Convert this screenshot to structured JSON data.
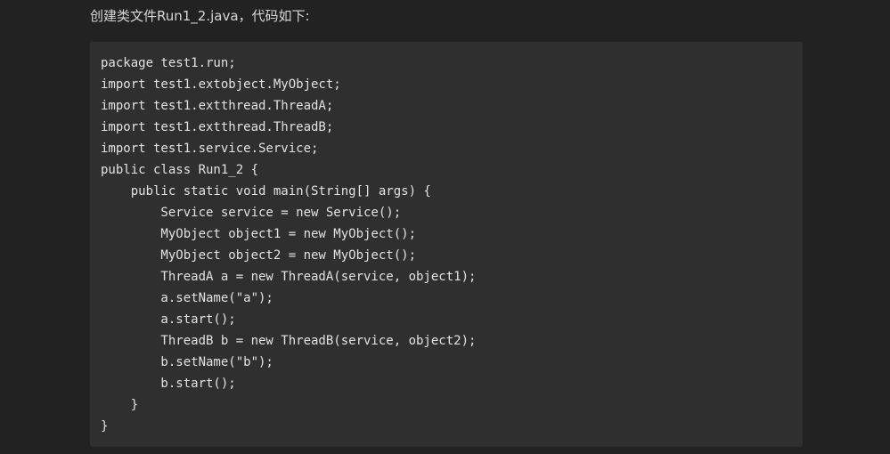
{
  "intro_text": "创建类文件Run1_2.java，代码如下:",
  "code": {
    "language": "java",
    "lines": [
      "package test1.run;",
      "import test1.extobject.MyObject;",
      "import test1.extthread.ThreadA;",
      "import test1.extthread.ThreadB;",
      "import test1.service.Service;",
      "public class Run1_2 {",
      "    public static void main(String[] args) {",
      "        Service service = new Service();",
      "        MyObject object1 = new MyObject();",
      "        MyObject object2 = new MyObject();",
      "        ThreadA a = new ThreadA(service, object1);",
      "        a.setName(\"a\");",
      "        a.start();",
      "        ThreadB b = new ThreadB(service, object2);",
      "        b.setName(\"b\");",
      "        b.start();",
      "    }",
      "}"
    ]
  }
}
